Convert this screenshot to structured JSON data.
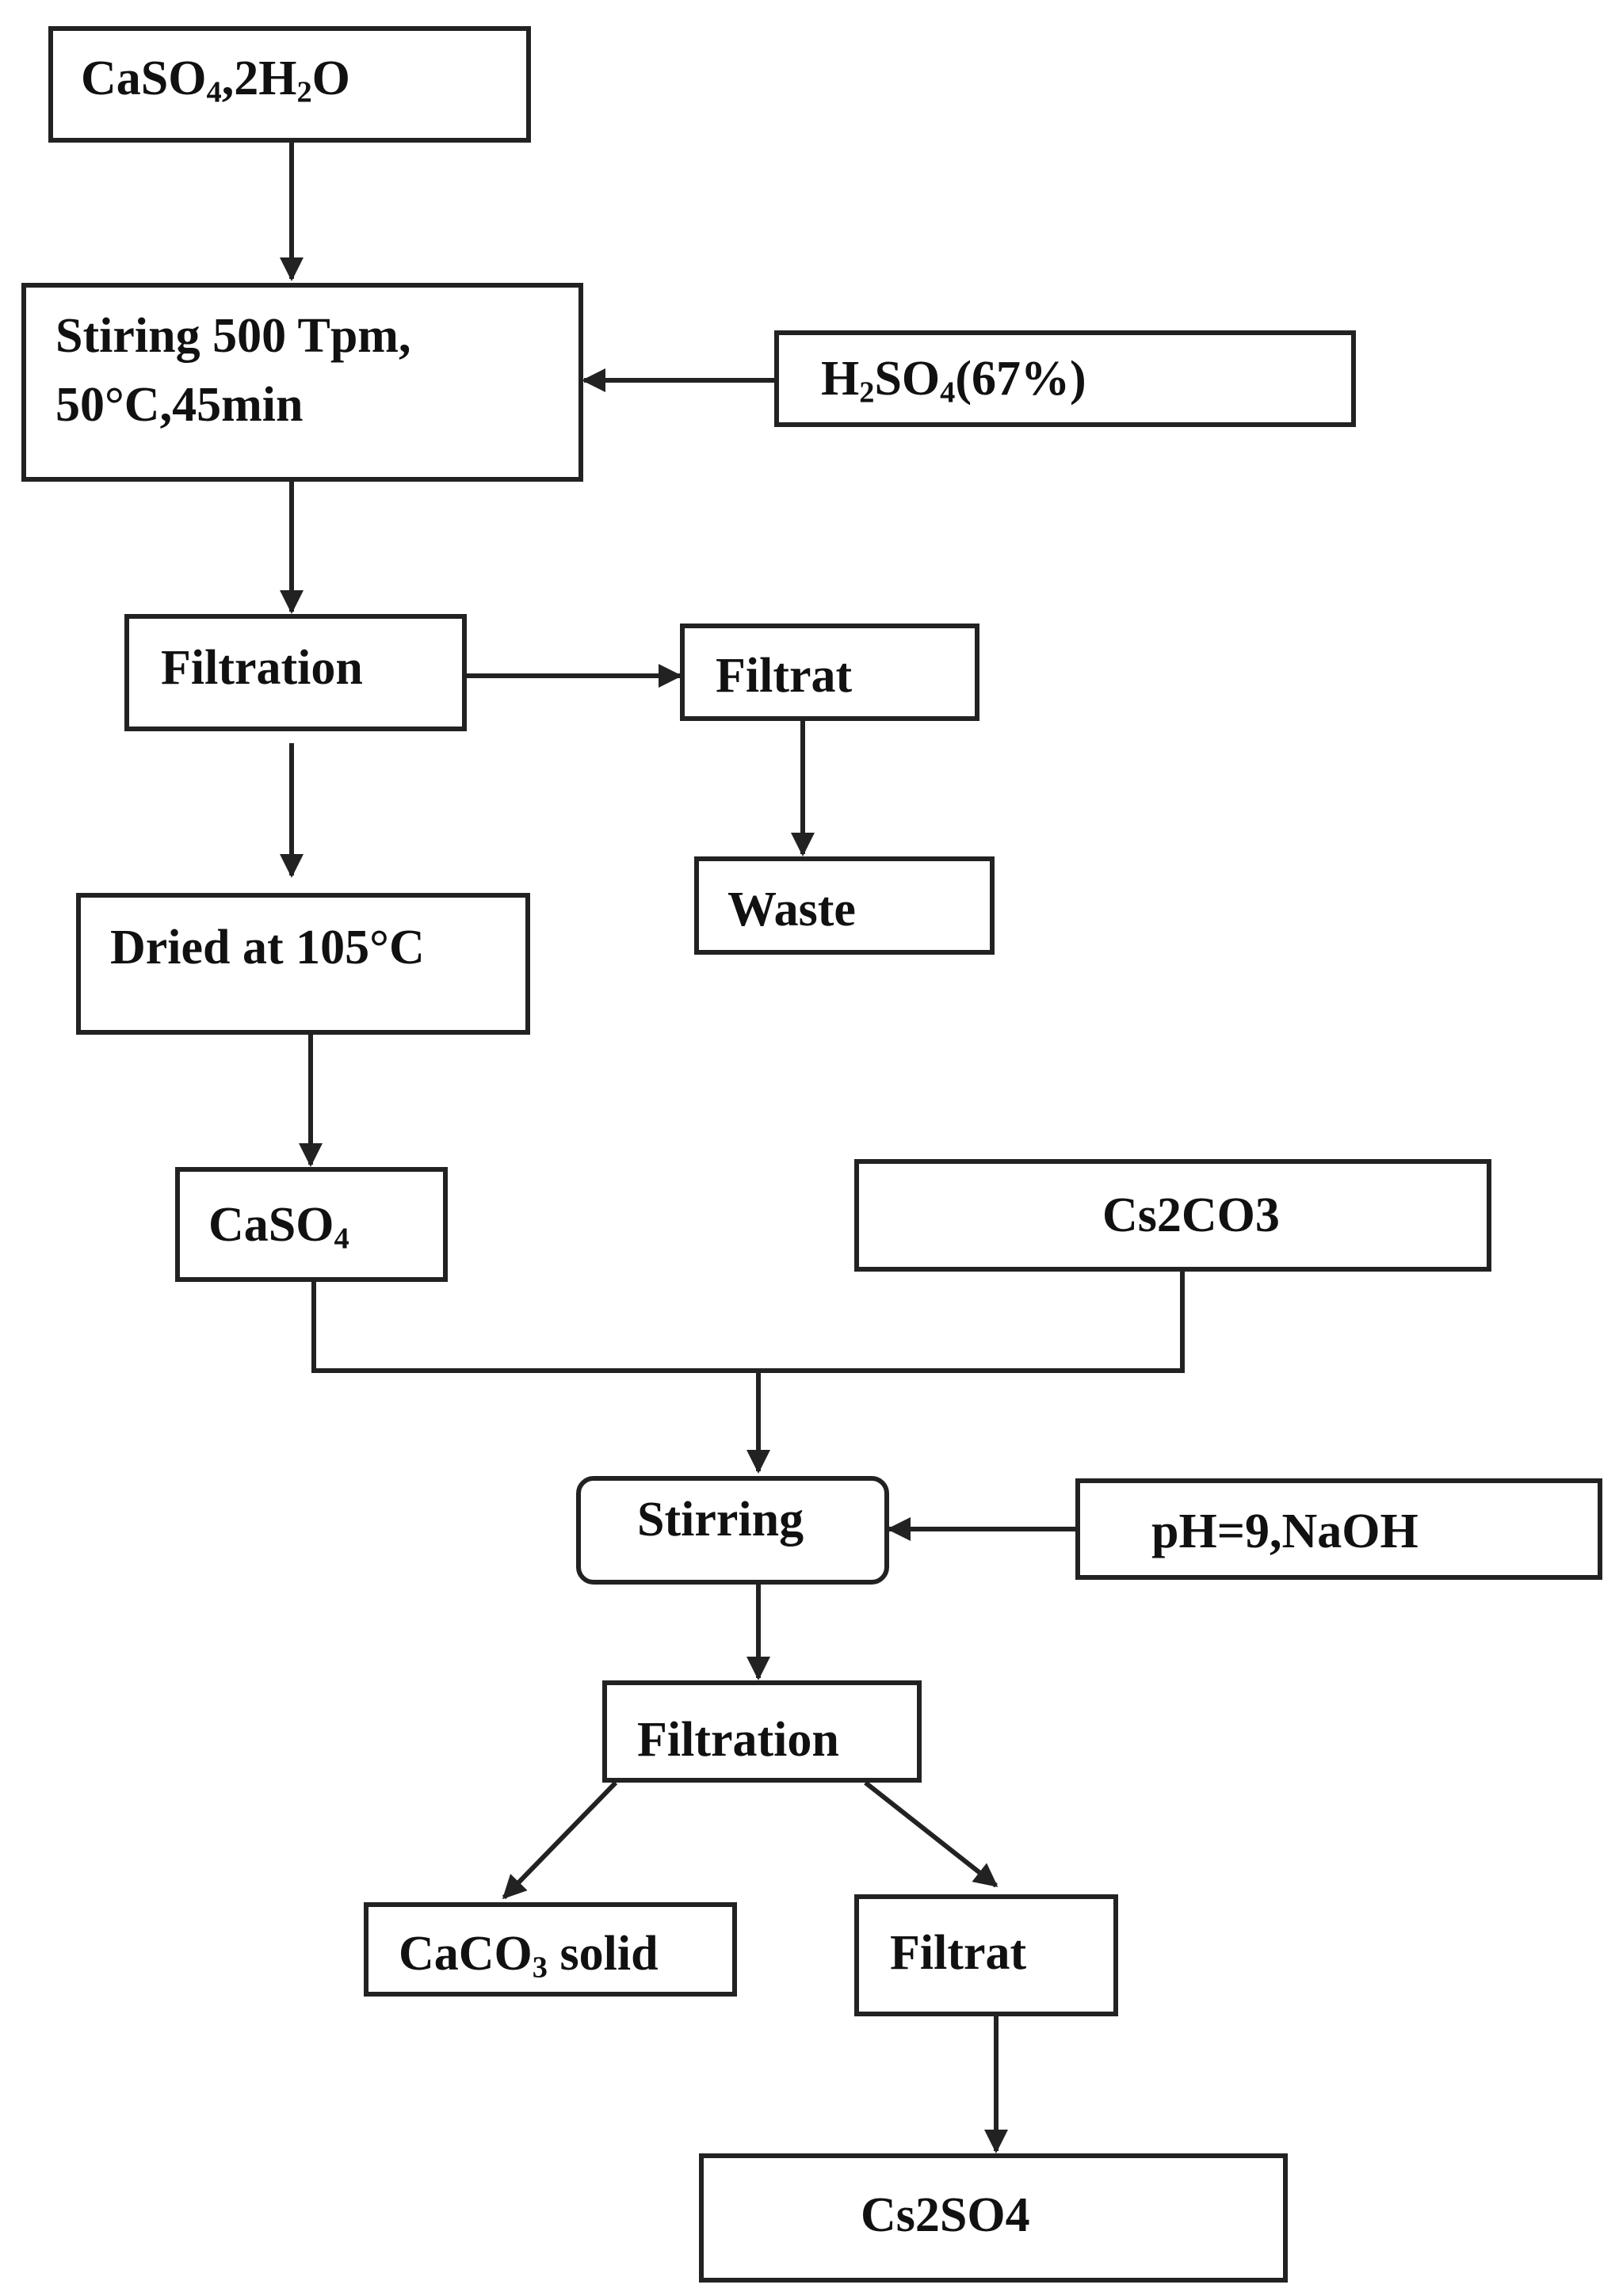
{
  "diagram": {
    "nodes": {
      "gypsum": {
        "parts": [
          "CaSO",
          "4",
          ",2H",
          "2",
          "O"
        ]
      },
      "stirring1": {
        "line1": "Stiring 500 Tpm,",
        "line2": "50°C,45min"
      },
      "h2so4": {
        "parts": [
          "H",
          "2",
          "SO",
          "4",
          "(67%)"
        ]
      },
      "filtration1": {
        "label": "Filtration"
      },
      "filtrat1": {
        "label": "Filtrat"
      },
      "waste": {
        "label": "Waste"
      },
      "dried": {
        "label": "Dried at 105°C"
      },
      "caso4": {
        "parts": [
          "CaSO",
          "4"
        ]
      },
      "cs2co3": {
        "parts": [
          "Cs",
          "2",
          "CO",
          "3"
        ]
      },
      "stirring2": {
        "label": "Stirring"
      },
      "ph_naoh": {
        "label": "pH=9,NaOH"
      },
      "filtration2": {
        "label": "Filtration"
      },
      "caco3": {
        "parts": [
          "CaCO",
          "3",
          " solid"
        ]
      },
      "filtrat2": {
        "label": "Filtrat"
      },
      "cs2so4": {
        "parts": [
          "Cs",
          "2",
          "SO",
          "4"
        ]
      }
    }
  }
}
